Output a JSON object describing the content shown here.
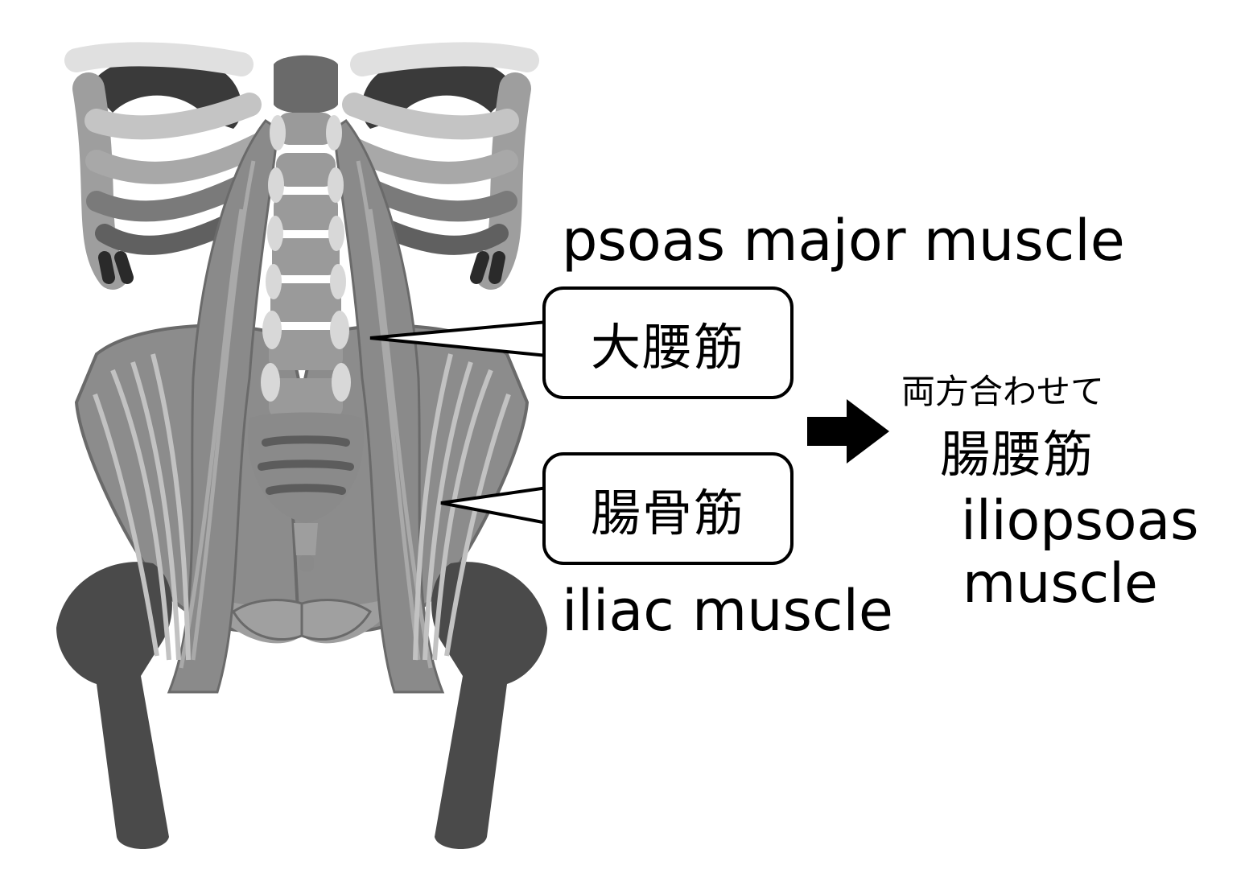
{
  "labels": {
    "psoas_en": "psoas major muscle",
    "psoas_jp": "大腰筋",
    "iliac_jp": "腸骨筋",
    "iliac_en": "iliac muscle",
    "combined_note": "両方合わせて",
    "iliopsoas_jp": "腸腰筋",
    "iliopsoas_en_line1": "iliopsoas",
    "iliopsoas_en_line2": "muscle"
  },
  "colors": {
    "background": "#ffffff",
    "muscle": "#8a8a8a",
    "muscle_fiber": "#a9a9a9",
    "bone_light": "#d0d0d0",
    "bone_mid": "#9e9e9e",
    "bone_dark": "#4a4a4a",
    "outline": "#555555",
    "text": "#000000"
  },
  "icons": {
    "arrow": "right-arrow-icon"
  }
}
